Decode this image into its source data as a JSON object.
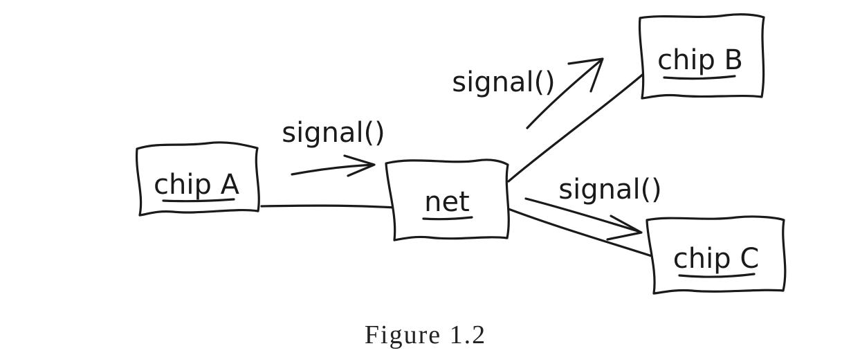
{
  "nodes": {
    "chip_a": "chip A",
    "net": "net",
    "chip_b": "chip B",
    "chip_c": "chip C"
  },
  "edges": {
    "a_to_net": "signal()",
    "net_to_b": "signal()",
    "net_to_c": "signal()"
  },
  "caption": "Figure 1.2"
}
